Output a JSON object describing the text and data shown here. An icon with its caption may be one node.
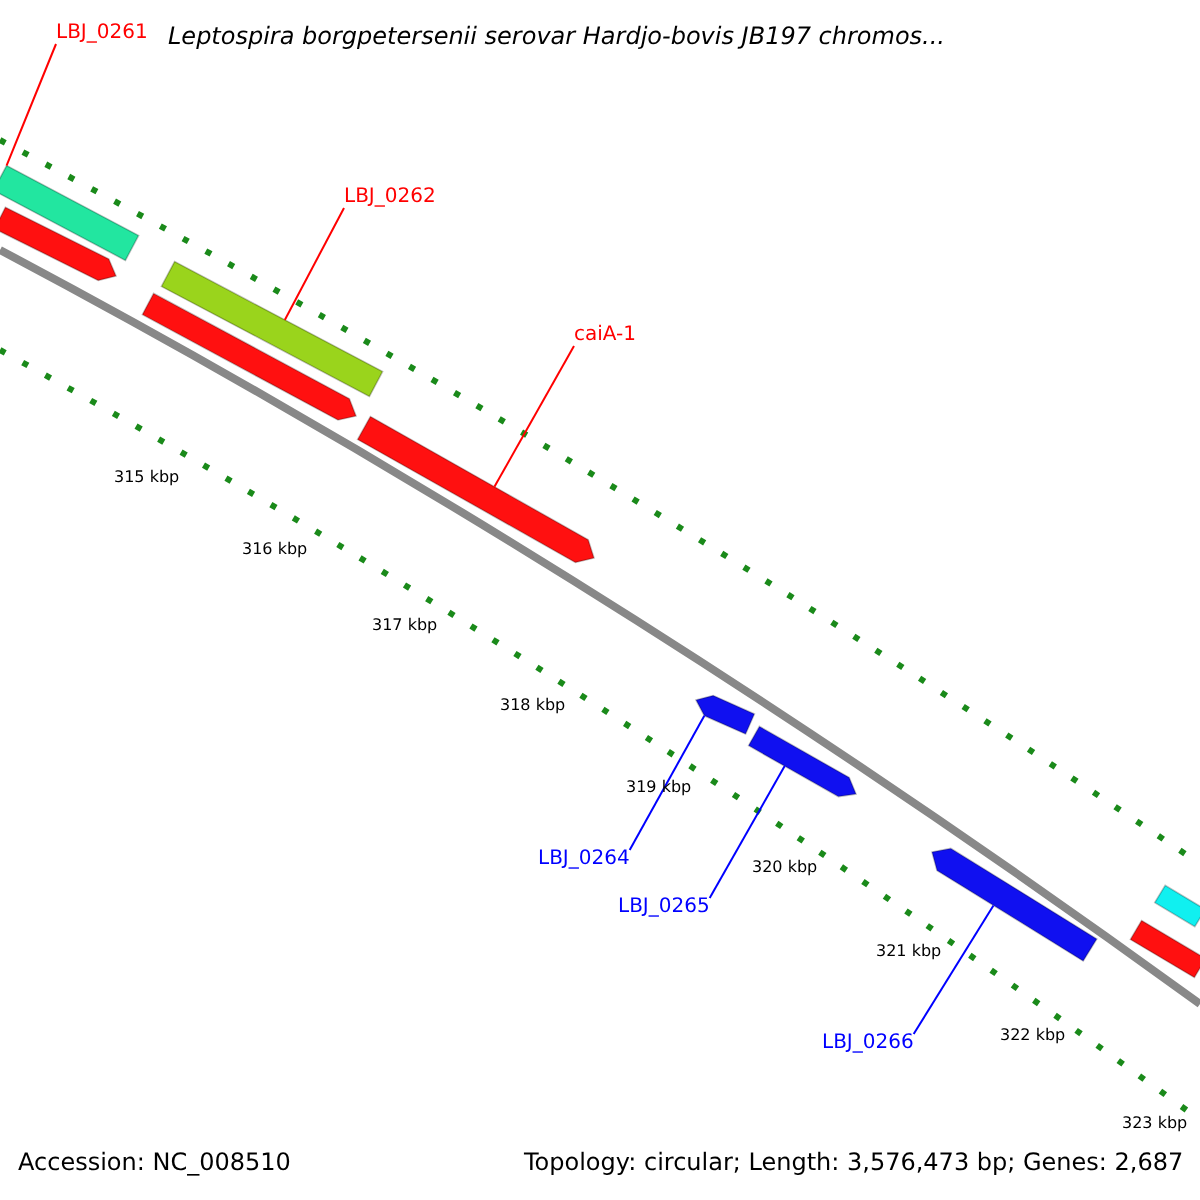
{
  "diagram": {
    "title": "Leptospira borgpetersenii serovar Hardjo-bovis JB197 chromos...",
    "nodes": [
      {
        "text": [
          "LBJ_0261"
        ]
      },
      {
        "text": [],
        "shape": "bar"
      },
      {
        "text": [
          "LBJ_0262"
        ]
      },
      {
        "text": [],
        "shape": "bar"
      },
      {
        "text": [
          "caiA-1"
        ]
      },
      {
        "text": [],
        "shape": "bar"
      },
      {
        "text": [
          "LBJ_0264"
        ]
      },
      {
        "text": [],
        "shape": "bar"
      },
      {
        "text": [
          "LBJ_0265"
        ]
      },
      {
        "text": [],
        "shape": "bar"
      },
      {
        "text": [
          "LBJ_0266"
        ]
      },
      {
        "text": [],
        "shape": "bar"
      },
      {
        "text": [],
        "shape": "bar"
      },
      {
        "text": [],
        "shape": "bar"
      },
      {
        "text": [],
        "shape": "bar"
      },
      {
        "text": [],
        "shape": "bar"
      }
    ],
    "edges": [
      {
        "from": 0,
        "to": 1,
        "arrow": "none"
      },
      {
        "from": 2,
        "to": 3,
        "arrow": "none"
      },
      {
        "from": 4,
        "to": 5,
        "arrow": "none"
      },
      {
        "from": 6,
        "to": 7,
        "arrow": "none",
        "color": "#0000ff"
      },
      {
        "from": 8,
        "to": 9,
        "arrow": "none",
        "color": "#0000ff"
      },
      {
        "from": 10,
        "to": 11,
        "arrow": "none",
        "color": "#0000ff"
      }
    ],
    "labels": [
      "315 kbp",
      "316 kbp",
      "317 kbp",
      "318 kbp",
      "319 kbp",
      "320 kbp",
      "321 kbp",
      "322 kbp",
      "323 kbp",
      "Accession: NC_008510",
      "Topology: circular; Length: 3,576,473 bp; Genes: 2,687"
    ]
  }
}
